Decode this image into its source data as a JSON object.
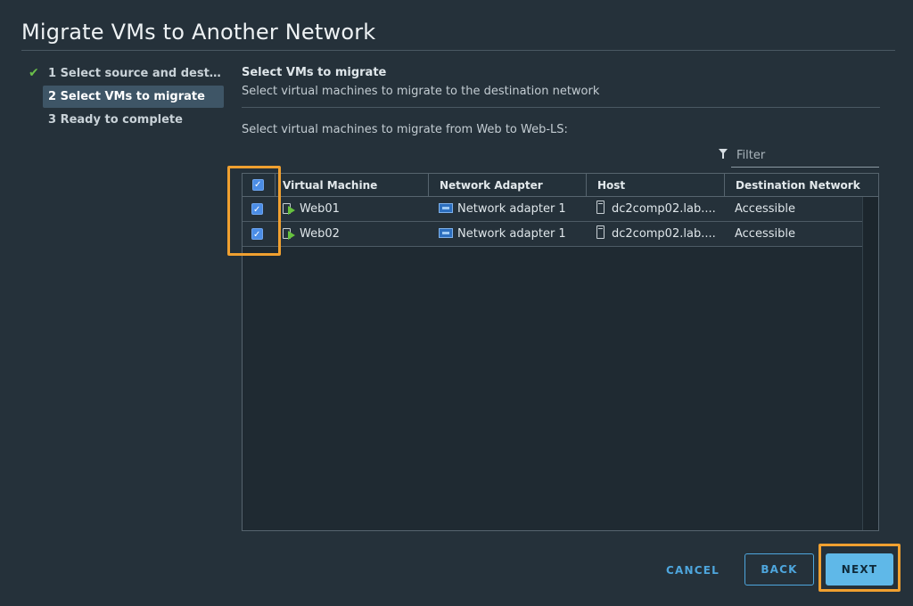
{
  "dialog": {
    "title": "Migrate VMs to Another Network"
  },
  "steps": [
    {
      "label": "1 Select source and destina...",
      "state": "completed"
    },
    {
      "label": "2 Select VMs to migrate",
      "state": "active"
    },
    {
      "label": "3 Ready to complete",
      "state": "pending"
    }
  ],
  "main": {
    "title": "Select VMs to migrate",
    "subtitle": "Select virtual machines to migrate to the destination network",
    "instruction": "Select virtual machines to migrate from Web to Web-LS:",
    "filter_placeholder": "Filter"
  },
  "grid": {
    "columns": [
      "Virtual Machine",
      "Network Adapter",
      "Host",
      "Destination Network"
    ],
    "rows": [
      {
        "selected": true,
        "vm": "Web01",
        "adapter": "Network adapter 1",
        "host": "dc2comp02.lab....",
        "destination": "Accessible"
      },
      {
        "selected": true,
        "vm": "Web02",
        "adapter": "Network adapter 1",
        "host": "dc2comp02.lab....",
        "destination": "Accessible"
      }
    ]
  },
  "footer": {
    "cancel": "CANCEL",
    "back": "BACK",
    "next": "NEXT"
  },
  "colors": {
    "accent": "#4ea6dd",
    "highlight": "#f0a030",
    "checkbox": "#4b8de6",
    "success": "#6bbf4a"
  }
}
